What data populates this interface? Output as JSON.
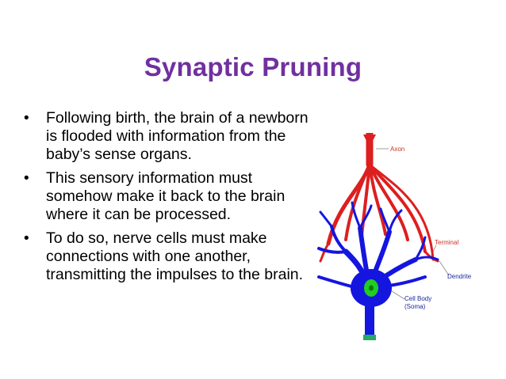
{
  "slide": {
    "title": "Synaptic Pruning",
    "bullets": [
      "Following birth, the brain of a newborn is flooded with information from the baby’s sense organs.",
      "This sensory information must somehow make it back to the brain where it can be processed.",
      "To do so, nerve cells must make connections with one another, transmitting the impulses to the brain."
    ],
    "bullet_symbol": "•"
  },
  "figure": {
    "labels": {
      "axon": "Axon",
      "terminal": "Terminal",
      "dendrite": "Dendrite",
      "cell_body_line1": "Cell Body",
      "cell_body_line2": "(Soma)"
    },
    "colors": {
      "axon": "#dd1f1f",
      "neuron": "#1515e0",
      "nucleus": "#22cc22",
      "title": "#7030a0"
    }
  }
}
